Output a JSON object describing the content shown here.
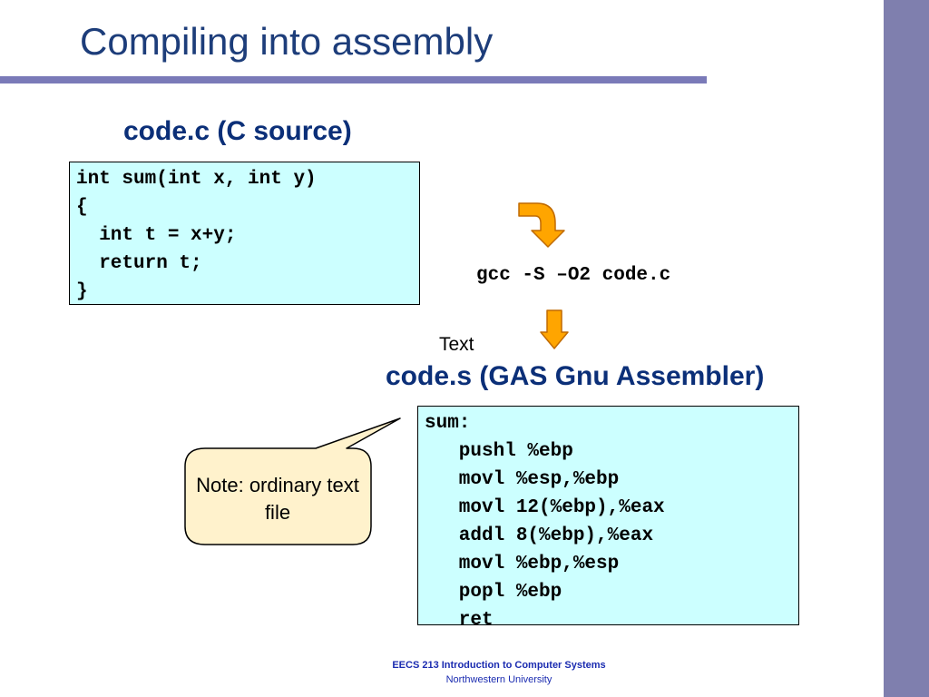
{
  "slide": {
    "title": "Compiling into assembly",
    "c_heading": "code.c (C source)",
    "s_heading": "code.s (GAS Gnu Assembler)",
    "text_label": "Text",
    "command": "gcc -S –O2 code.c",
    "note": "Note: ordinary text file"
  },
  "c_code": {
    "lines": [
      "int sum(int x, int y)",
      "{",
      "  int t = x+y;",
      "  return t;",
      "}"
    ]
  },
  "asm_code": {
    "lines": [
      "sum:",
      "   pushl %ebp",
      "   movl %esp,%ebp",
      "   movl 12(%ebp),%eax",
      "   addl 8(%ebp),%eax",
      "   movl %ebp,%esp",
      "   popl %ebp",
      "   ret"
    ]
  },
  "footer": {
    "course": "EECS 213 Introduction to Computer Systems",
    "school": "Northwestern University"
  },
  "colors": {
    "title": "#1d3d7a",
    "heading": "#0b2f78",
    "code_background": "#ccffff",
    "callout_fill": "#fff2cc",
    "arrow_fill": "#ffa500",
    "side_bar": "#7f7fae"
  },
  "icons": {
    "curved_arrow": "curved-down-arrow-icon",
    "down_arrow": "down-arrow-icon"
  }
}
